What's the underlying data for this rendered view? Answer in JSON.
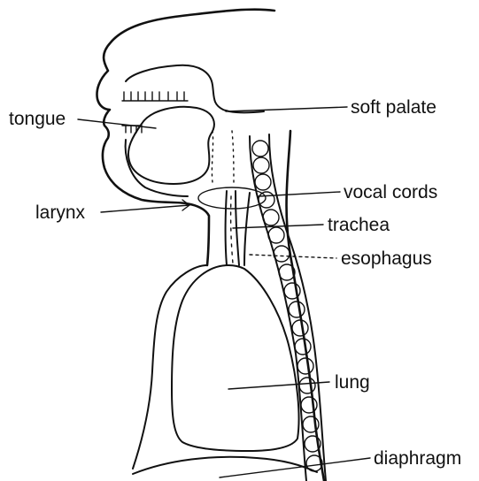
{
  "labels": {
    "tongue": "tongue",
    "larynx": "larynx",
    "soft_palate": "soft palate",
    "vocal_cords": "vocal cords",
    "trachea": "trachea",
    "esophagus": "esophagus",
    "lung": "lung",
    "diaphragm": "diaphragm"
  },
  "colors": {
    "ink": "#111111",
    "background": "#ffffff"
  }
}
